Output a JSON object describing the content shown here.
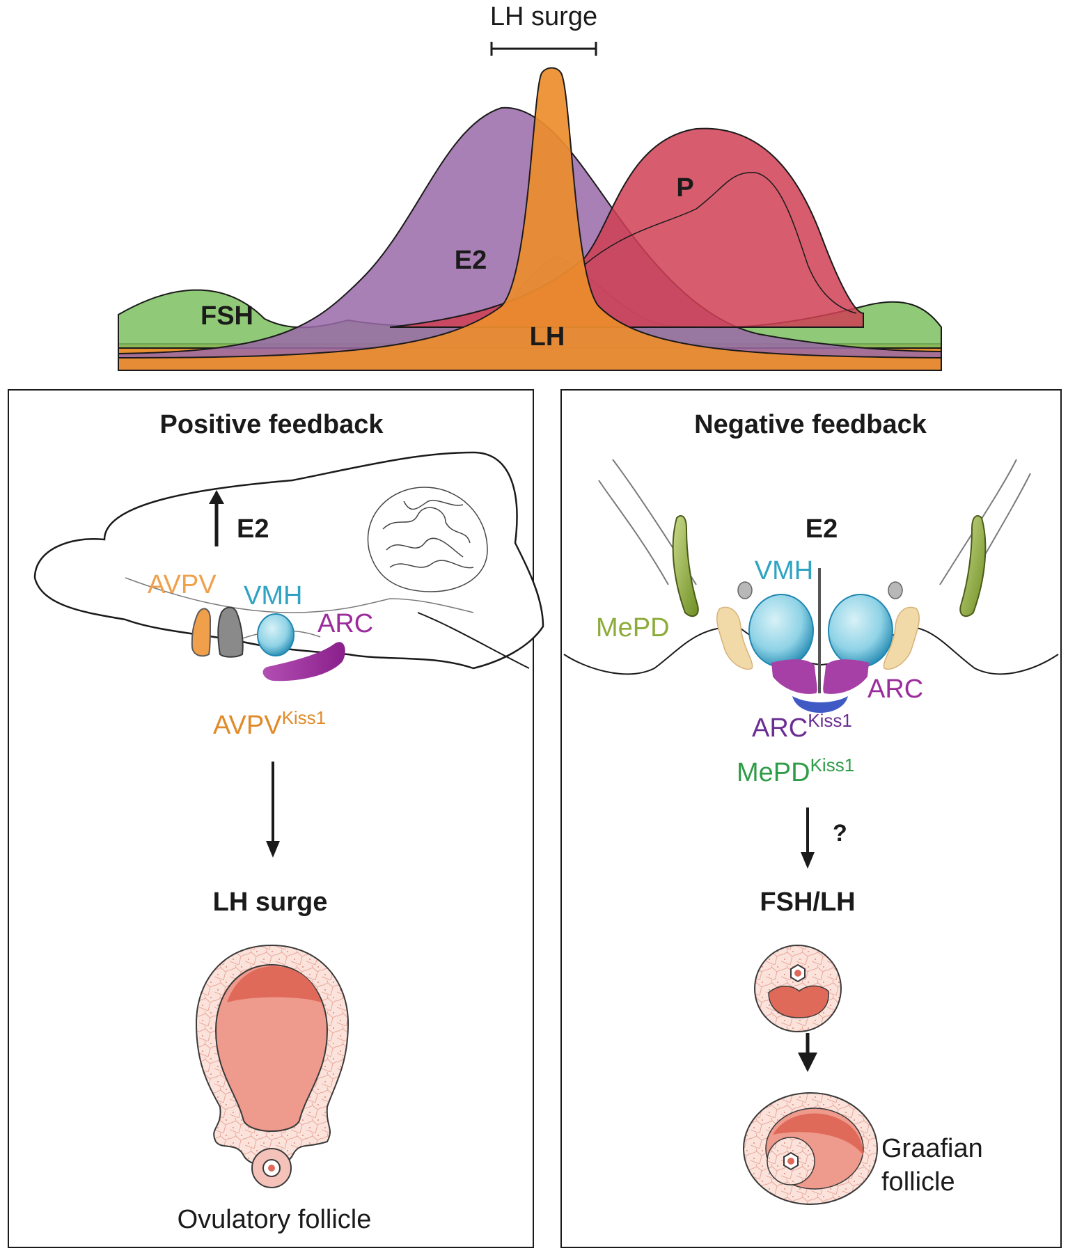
{
  "hormone_chart": {
    "surge_label": "LH surge",
    "curves": [
      {
        "name": "FSH",
        "color": "#7dc05f"
      },
      {
        "name": "E2",
        "color": "#9a6aa8"
      },
      {
        "name": "P",
        "color": "#cf3f55"
      },
      {
        "name": "LH",
        "color": "#eb8d2e"
      }
    ]
  },
  "positive_panel": {
    "title": "Positive feedback",
    "hormone": "E2",
    "regions": {
      "avpv": "AVPV",
      "vmh": "VMH",
      "arc": "ARC"
    },
    "neuron_base": "AVPV",
    "neuron_sup": "Kiss1",
    "outcome": "LH surge",
    "follicle_label": "Ovulatory follicle"
  },
  "negative_panel": {
    "title": "Negative feedback",
    "hormone": "E2",
    "regions": {
      "vmh": "VMH",
      "mepd": "MePD",
      "arc": "ARC"
    },
    "neuron_1_base": "ARC",
    "neuron_1_sup": "Kiss1",
    "neuron_2_base": "MePD",
    "neuron_2_sup": "Kiss1",
    "question": "?",
    "outcome": "FSH/LH",
    "follicle_label_line1": "Graafian",
    "follicle_label_line2": "follicle"
  },
  "colors": {
    "avpv": "#f0a04b",
    "vmh": "#2ea3c2",
    "arc": "#9b2c9b",
    "mepd": "#8cab3a",
    "arc_kiss1": "#6a2d91",
    "mepd_kiss1": "#2f9c48",
    "follicle": "#ee9a8c",
    "follicle_dark": "#e06a5a"
  }
}
